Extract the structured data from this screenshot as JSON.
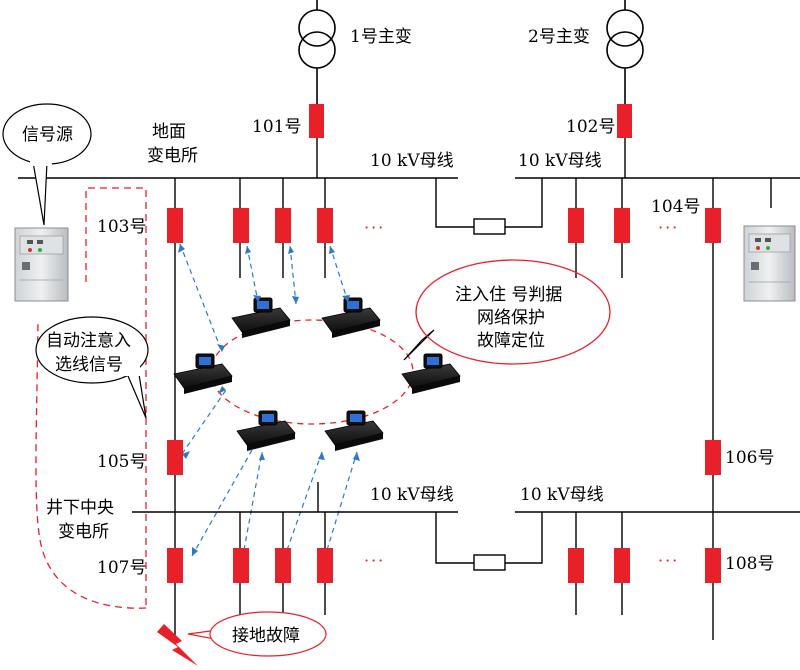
{
  "transformers": [
    {
      "label": "1号主变"
    },
    {
      "label": "2号主变"
    }
  ],
  "breakers": {
    "b101": "101号",
    "b102": "102号",
    "b103": "103号",
    "b104": "104号",
    "b105": "105号",
    "b106": "106号",
    "b107": "107号",
    "b108": "108号"
  },
  "buses": {
    "upper_left": "10 kV母线",
    "upper_right": "10 kV母线",
    "lower_left": "10 kV母线",
    "lower_right": "10 kV母线"
  },
  "stations": {
    "surface_line1": "地面",
    "surface_line2": "变电所",
    "underground_line1": "井下中央",
    "underground_line2": "变电所"
  },
  "callouts": {
    "signal_source": "信号源",
    "auto_inject_line1": "自动注意入",
    "auto_inject_line2": "选线信号",
    "protection_line1": "注入住 号判据",
    "protection_line2": "网络保护",
    "protection_line3": "故障定位",
    "fault": "接地故障"
  },
  "ellipsis": "···",
  "colors": {
    "breaker": "#e8202a",
    "dashed_blue": "#2f78c4",
    "dashed_red": "#e8202a"
  },
  "icons": [
    "transformer-icon",
    "breaker-icon",
    "protection-device-icon",
    "cabinet-icon",
    "lightning-fault-icon",
    "bus-tie-resistor-icon"
  ]
}
